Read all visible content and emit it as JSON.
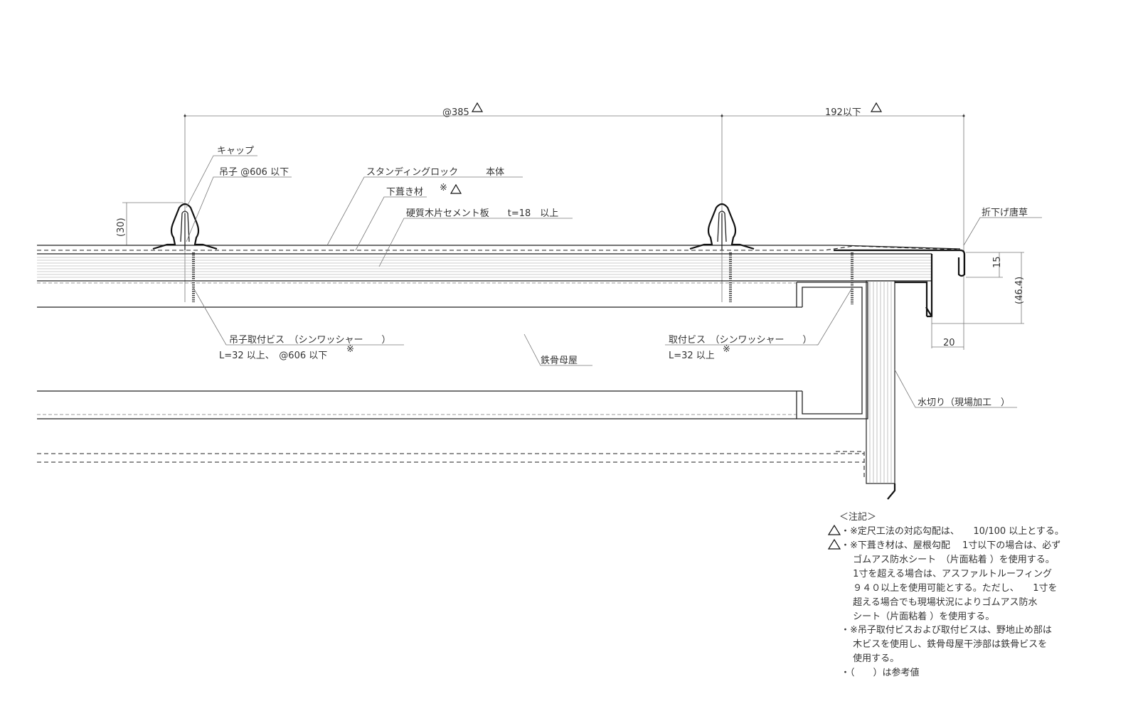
{
  "dimensions": {
    "pitch": "@385",
    "edge": "192以下",
    "seam_height": "(30)",
    "fold_15": "15",
    "fold_464": "(46.4)",
    "fold_20": "20"
  },
  "labels": {
    "cap": "キャップ",
    "clip": "吊子 @606 以下",
    "panel": "スタンディングロック　　　本体",
    "underlay": "下葺き材",
    "underlay_mark": "※",
    "board": "硬質木片セメント板　　t=18　以上",
    "eave": "折下げ唐草",
    "clip_screw": "吊子取付ビス　（シンワッシャー　　）",
    "clip_screw_spec": "L=32 以上、　@606 以下",
    "screw_mark": "※",
    "purlin": "鉄骨母屋",
    "screw": "取付ビス　（シンワッシャー　　）",
    "screw_spec": "L=32 以上",
    "screw_mark2": "※",
    "flashing": "水切り（現場加工　）"
  },
  "notes": {
    "title": "＜注記＞",
    "lines": [
      "・※定尺工法の対応勾配は、　　10/100 以上とする。",
      "・※下葺き材は、屋根勾配　 1寸以下の場合は、必ず",
      "　 ゴムアス防水シート　（片面粘着 ）を使用する。",
      "　 1寸を超える場合は、アスファルトルーフィング",
      "　 ９４０以上を使用可能とする。ただし、　　1寸を",
      "　 超える場合でも現場状況によりゴムアス防水",
      "　 シート（片面粘着 ）を使用する。",
      "・※吊子取付ビスおよび取付ビスは、野地止め部は",
      "　 木ビスを使用し、鉄骨母屋干渉部は鉄骨ビスを",
      "　 使用する。",
      "・（　　）は参考値"
    ]
  }
}
